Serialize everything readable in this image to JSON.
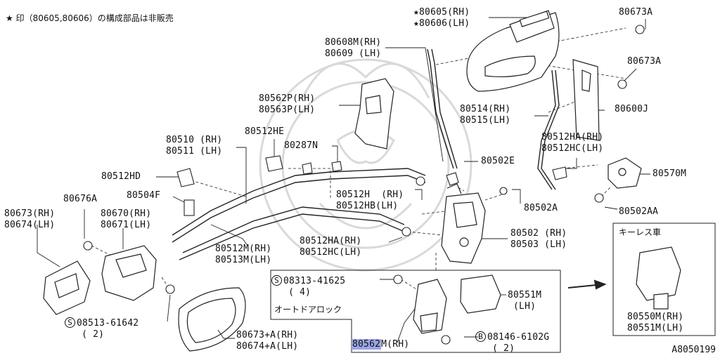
{
  "note": "★ 印（80605,80606）の構成部品は非販売",
  "diagram_code": "A8050199",
  "box_labels": {
    "auto_door_lock": "オートドアロック",
    "keyless_car": "キーレス車"
  },
  "parts": [
    {
      "id": "p80605",
      "lines": [
        "★80605(RH)",
        "★80606(LH)"
      ]
    },
    {
      "id": "p80673a_1",
      "lines": [
        "80673A"
      ]
    },
    {
      "id": "p80673a_2",
      "lines": [
        "80673A"
      ]
    },
    {
      "id": "p80608m",
      "lines": [
        "80608M(RH)",
        "80609 (LH)"
      ]
    },
    {
      "id": "p80562p",
      "lines": [
        "80562P(RH)",
        "80563P(LH)"
      ]
    },
    {
      "id": "p80514",
      "lines": [
        "80514(RH)",
        "80515(LH)"
      ]
    },
    {
      "id": "p80600j",
      "lines": [
        "80600J"
      ]
    },
    {
      "id": "p80512ha_top",
      "lines": [
        "80512HA(RH)",
        "80512HC(LH)"
      ]
    },
    {
      "id": "p80510",
      "lines": [
        "80510 (RH)",
        "80511 (LH)"
      ]
    },
    {
      "id": "p80512he",
      "lines": [
        "80512HE"
      ]
    },
    {
      "id": "p80287n",
      "lines": [
        "80287N"
      ]
    },
    {
      "id": "p80502e",
      "lines": [
        "80502E"
      ]
    },
    {
      "id": "p80570m",
      "lines": [
        "80570M"
      ]
    },
    {
      "id": "p80512hd",
      "lines": [
        "80512HD"
      ]
    },
    {
      "id": "p80504f",
      "lines": [
        "80504F"
      ]
    },
    {
      "id": "p80512h",
      "lines": [
        "80512H  (RH)",
        "80512HB(LH)"
      ]
    },
    {
      "id": "p80502a",
      "lines": [
        "80502A"
      ]
    },
    {
      "id": "p80502aa",
      "lines": [
        "80502AA"
      ]
    },
    {
      "id": "p80676a",
      "lines": [
        "80676A"
      ]
    },
    {
      "id": "p80673",
      "lines": [
        "80673(RH)",
        "80674(LH)"
      ]
    },
    {
      "id": "p80670",
      "lines": [
        "80670(RH)",
        "80671(LH)"
      ]
    },
    {
      "id": "p80512ha_mid",
      "lines": [
        "80512HA(RH)",
        "80512HC(LH)"
      ]
    },
    {
      "id": "p80502",
      "lines": [
        "80502 (RH)",
        "80503 (LH)"
      ]
    },
    {
      "id": "p80512m",
      "lines": [
        "80512M(RH)",
        "80513M(LH)"
      ]
    },
    {
      "id": "p80551m",
      "lines": [
        "80551M",
        " (LH)"
      ]
    },
    {
      "id": "p80550m",
      "lines": [
        "80550M(RH)",
        "80551M(LH)"
      ]
    },
    {
      "id": "p80673plus",
      "lines": [
        "80673+A(RH)",
        "80674+A(LH)"
      ]
    }
  ],
  "fasteners": [
    {
      "id": "f08313",
      "symbol": "S",
      "code": "08313-41625",
      "qty": "( 4)"
    },
    {
      "id": "f08513",
      "symbol": "S",
      "code": "08513-61642",
      "qty": "( 2)"
    },
    {
      "id": "f08146",
      "symbol": "B",
      "code": "08146-6102G",
      "qty": "( 2)"
    }
  ],
  "highlight": {
    "text": "80562",
    "rest": "M(RH)"
  }
}
